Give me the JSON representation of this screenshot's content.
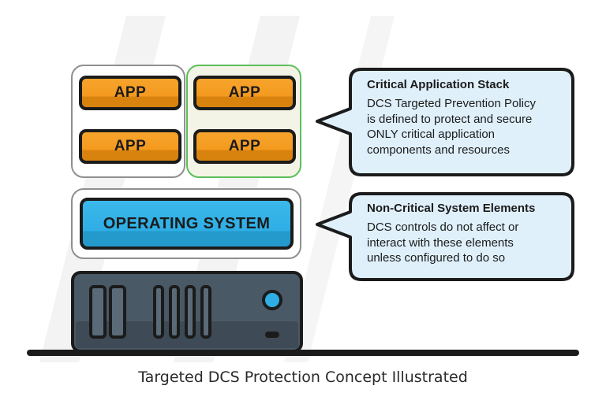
{
  "app_stack": {
    "app_labels": [
      "APP",
      "APP",
      "APP",
      "APP"
    ]
  },
  "os_label": "OPERATING SYSTEM",
  "critical_bubble": {
    "title": "Critical Application Stack",
    "body": "DCS Targeted Prevention Policy\nis defined to protect and secure\nONLY critical application\ncomponents and resources"
  },
  "noncritical_bubble": {
    "title": "Non-Critical System Elements",
    "body": "DCS controls do not affect or\ninteract with these elements\nunless configured to do so"
  },
  "caption": "Targeted DCS Protection Concept Illustrated",
  "colors": {
    "app_orange": "#f39a1e",
    "os_blue": "#2eaee5",
    "bubble_fill": "#dff0fb",
    "outline": "#1b1b1b",
    "server_body": "#4a5966",
    "critical_group_border": "#5cbf5c",
    "group_border": "#8f8f8f",
    "server_led": "#2eaee5"
  }
}
